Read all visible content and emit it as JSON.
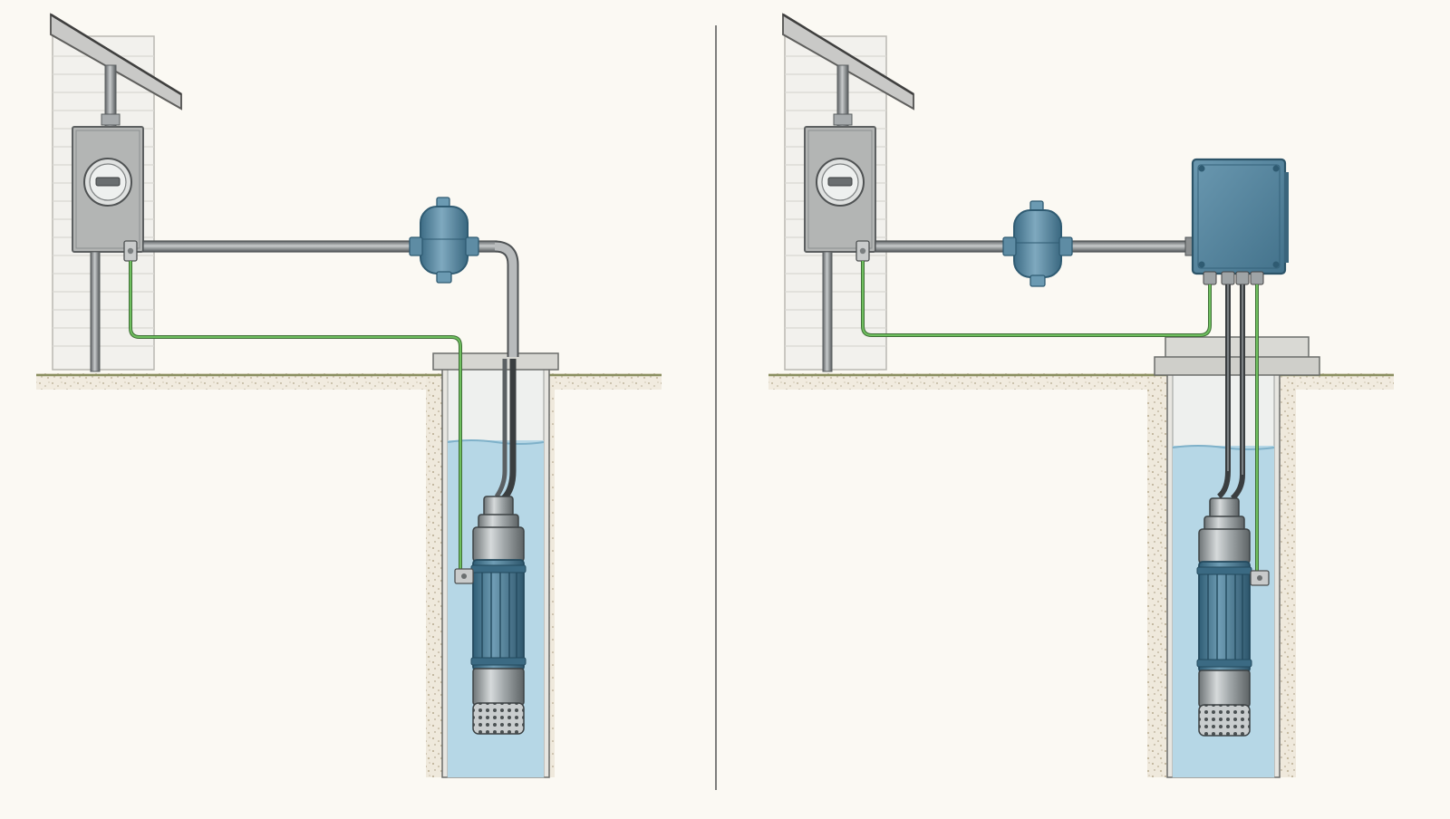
{
  "diagram": {
    "panels": [
      {
        "id": "left",
        "components": [
          "house-wall",
          "electric-meter",
          "conduit",
          "pressure-tank",
          "ground-wire",
          "well-casing",
          "well-water",
          "submersible-pump"
        ]
      },
      {
        "id": "right",
        "components": [
          "house-wall",
          "electric-meter",
          "conduit",
          "pressure-tank",
          "control-box",
          "ground-wire",
          "well-casing",
          "well-water",
          "submersible-pump"
        ]
      }
    ],
    "labels": []
  },
  "colors": {
    "background": "#fbf9f3",
    "siding": "#f2f1ed",
    "siding_line": "#d9d8d2",
    "roof": "#c9c9c7",
    "meter_box": "#b3b5b4",
    "conduit": "#8d9091",
    "tank": "#5f8ea6",
    "tank_dark": "#3f6f88",
    "control_box": "#5a8aa3",
    "ground_wire": "#4f9a47",
    "water": "#b6d7e6",
    "casing": "#dcdcd6",
    "soil": "#c9bea7",
    "grass": "#6e7b45",
    "pump_metal": "#9aa0a2",
    "pump_body": "#4f7f98",
    "divider": "#555555"
  }
}
